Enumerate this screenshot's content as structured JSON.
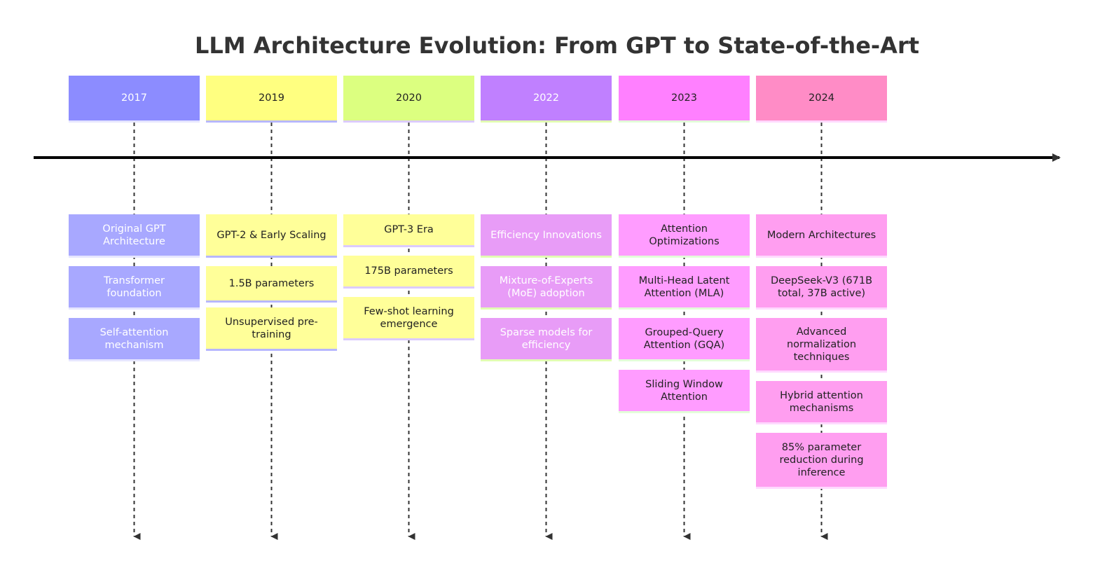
{
  "title": "LLM Architecture Evolution: From GPT to State-of-the-Art",
  "periods": [
    {
      "year": "2017",
      "header_color": "#8c8cff",
      "header_shadow": "#e6e6ff",
      "item_color": "#a8a8ff",
      "text_color": "#ffffff",
      "items": [
        "Original GPT Architecture",
        "Transformer foundation",
        "Self-attention mechanism"
      ]
    },
    {
      "year": "2019",
      "header_color": "#ffff80",
      "header_shadow": "#b7b7ff",
      "item_color": "#ffff99",
      "text_color": "#222222",
      "items": [
        "GPT-2 & Early Scaling",
        "1.5B parameters",
        "Unsupervised pre-training"
      ]
    },
    {
      "year": "2020",
      "header_color": "#dcff80",
      "header_shadow": "#dccbff",
      "item_color": "#ffff99",
      "text_color": "#222222",
      "items": [
        "GPT-3 Era",
        "175B parameters",
        "Few-shot learning emergence"
      ]
    },
    {
      "year": "2022",
      "header_color": "#c080ff",
      "header_shadow": "#e2ffb3",
      "item_color": "#e89cf7",
      "text_color": "#ffffff",
      "items": [
        "Efficiency Innovations",
        "Mixture-of-Experts (MoE) adoption",
        "Sparse models for efficiency"
      ]
    },
    {
      "year": "2023",
      "header_color": "#ff80ff",
      "header_shadow": "#e3ffd9",
      "item_color": "#ff9cff",
      "text_color": "#222222",
      "items": [
        "Attention Optimizations",
        "Multi-Head Latent Attention (MLA)",
        "Grouped-Query Attention (GQA)",
        "Sliding Window Attention"
      ]
    },
    {
      "year": "2024",
      "header_color": "#ff8cc6",
      "header_shadow": "#ffd9ff",
      "item_color": "#ff9ef0",
      "text_color": "#222222",
      "items": [
        "Modern Architectures",
        "DeepSeek-V3 (671B total, 37B active)",
        "Advanced normalization techniques",
        "Hybrid attention mechanisms",
        "85% parameter reduction during inference"
      ]
    }
  ]
}
